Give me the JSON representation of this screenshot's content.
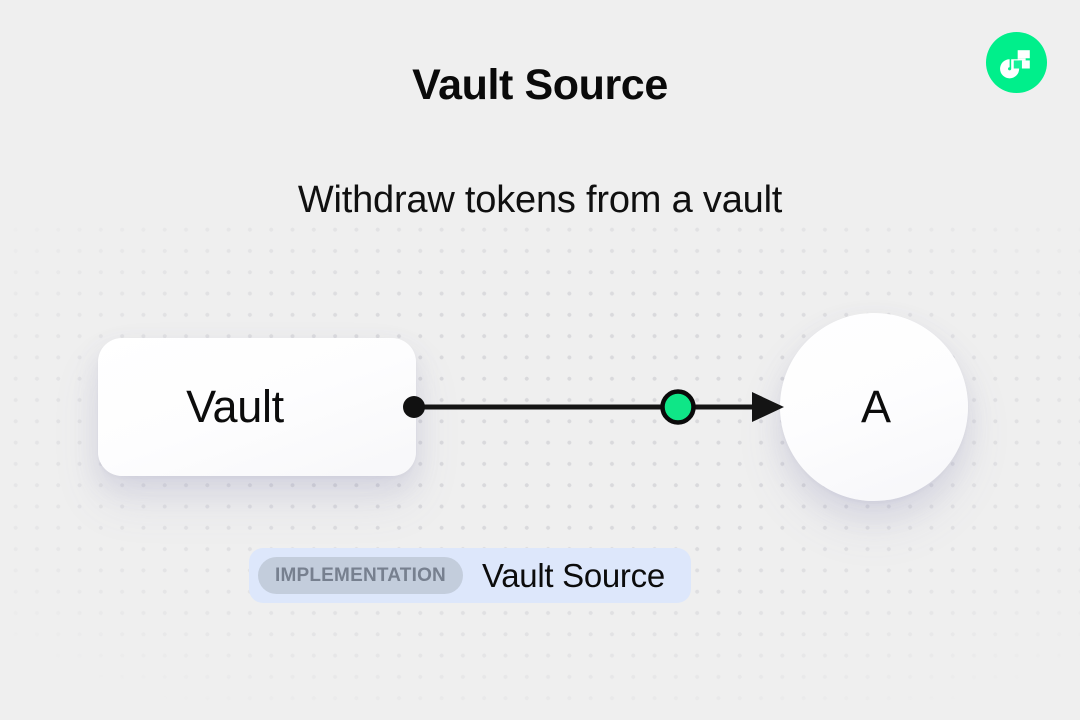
{
  "header": {
    "title": "Vault Source",
    "subtitle": "Withdraw tokens from a vault"
  },
  "brand": {
    "logo_icon": "flow-logo-icon",
    "logo_color": "#00ef8b",
    "mark_color": "#ffffff"
  },
  "diagram": {
    "source_node": {
      "label": "Vault",
      "shape": "rounded-rectangle",
      "port_icon": "output-port-dot",
      "port_color": "#111111"
    },
    "target_node": {
      "label": "A",
      "shape": "circle"
    },
    "edge": {
      "marker_icon": "edge-midpoint-dot",
      "marker_color": "#0fe687",
      "marker_border_color": "#0a0a0a",
      "line_color": "#141414",
      "arrow_icon": "arrow-head-right"
    }
  },
  "footer_badge": {
    "tag": "IMPLEMENTATION",
    "name": "Vault Source",
    "tag_background": "#c3cddc",
    "badge_background": "#dde7fb"
  },
  "canvas": {
    "background": "#efefef",
    "dot_color": "#d9d9dc"
  }
}
